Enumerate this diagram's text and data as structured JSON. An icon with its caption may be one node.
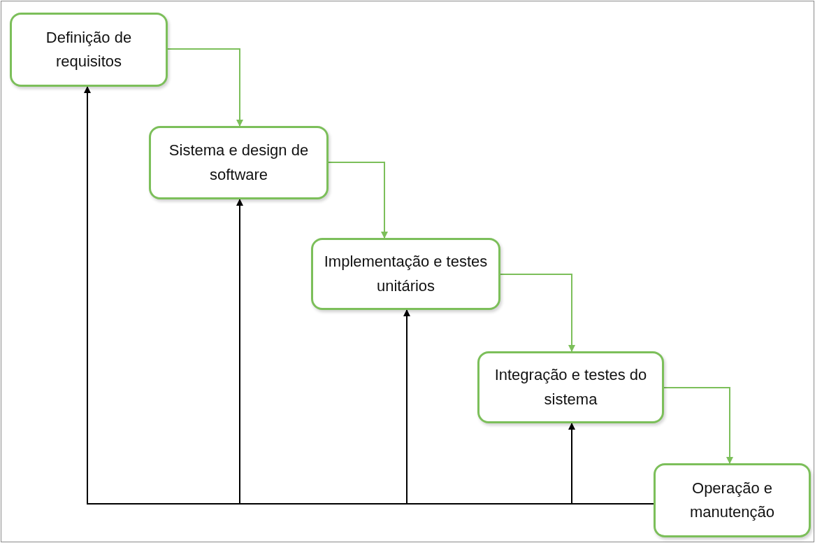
{
  "diagram": {
    "nodes": [
      {
        "text": [
          "Definição de requisitos"
        ]
      },
      {
        "text": [
          "Sistema e design de software"
        ]
      },
      {
        "text": [
          "Implementação e testes unitários"
        ]
      },
      {
        "text": [
          "Integração e testes do sistema"
        ]
      },
      {
        "text": [
          "Operação e manutenção"
        ]
      }
    ],
    "edges": [
      {
        "from": 0,
        "to": 1,
        "arrow": "to"
      },
      {
        "from": 1,
        "to": 2,
        "arrow": "to"
      },
      {
        "from": 2,
        "to": 3,
        "arrow": "to"
      },
      {
        "from": 3,
        "to": 4,
        "arrow": "to"
      },
      {
        "from": 4,
        "to": 0,
        "arrow": "to",
        "color": "#000000"
      },
      {
        "from": 4,
        "to": 1,
        "arrow": "to",
        "color": "#000000"
      },
      {
        "from": 4,
        "to": 2,
        "arrow": "to",
        "color": "#000000"
      },
      {
        "from": 4,
        "to": 3,
        "arrow": "to",
        "color": "#000000"
      }
    ]
  }
}
